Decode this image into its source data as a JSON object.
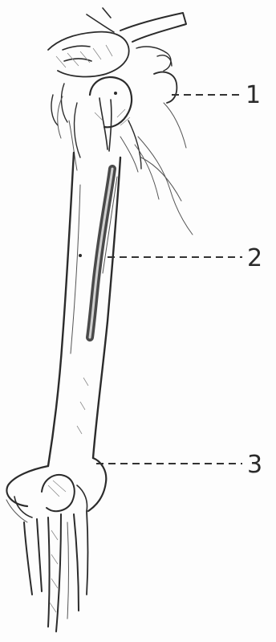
{
  "figure": {
    "labels": [
      {
        "id": "label-1",
        "text": "1"
      },
      {
        "id": "label-2",
        "text": "2"
      },
      {
        "id": "label-3",
        "text": "3"
      }
    ]
  },
  "colors": {
    "ink": "#2b2b2b",
    "vessel": "#4a4a4a",
    "background": "#fdfdfd"
  }
}
